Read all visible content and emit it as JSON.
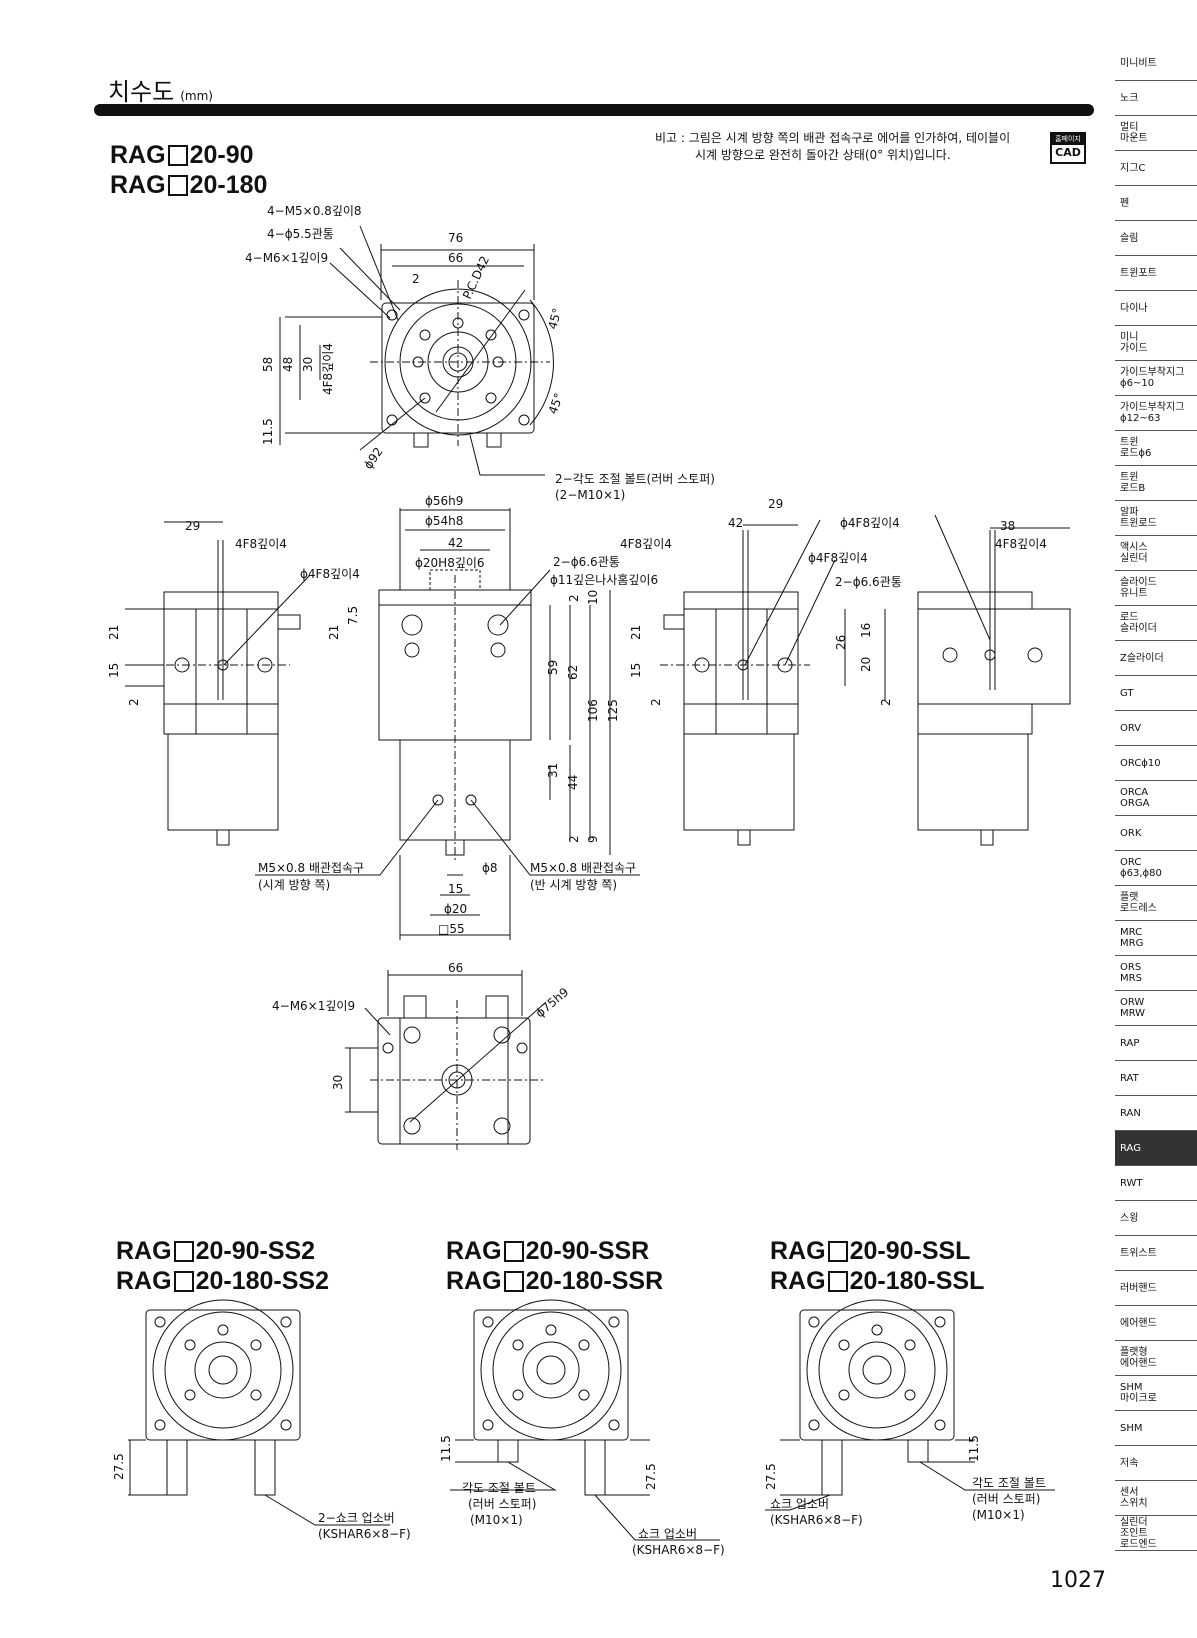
{
  "section": {
    "title": "치수도",
    "unit": "(mm)"
  },
  "main_model": {
    "line1_prefix": "RAG",
    "line1_suffix": "20-90",
    "line2_prefix": "RAG",
    "line2_suffix": "20-180"
  },
  "note": {
    "line1": "비고 : 그림은 시계 방향 쪽의 배관 접속구로 에어를 인가하여, 테이블이",
    "line2": "시계 방향으로 완전히 돌아간 상태(0° 위치)입니다."
  },
  "cad_badge": {
    "top": "홈페이지",
    "bottom": "CAD"
  },
  "labels": {
    "m5": "4−M5×0.8깊이8",
    "hole55": "4−ϕ5.5관통",
    "m6": "4−M6×1깊이9",
    "d76": "76",
    "d66": "66",
    "d2": "2",
    "pcd": "P.C.D42",
    "a45a": "45°",
    "a45b": "45°",
    "d58": "58",
    "d48": "48",
    "d30": "30",
    "pin4f8": "4F8깊이4",
    "d115": "11.5",
    "d92": "ϕ92",
    "bolt": "2−각도 조절 볼트(러버 스토퍼)",
    "bolt_sub": "(2−M10×1)",
    "d56": "ϕ56h9",
    "d54": "ϕ54h8",
    "d42": "42",
    "d20h8": "ϕ20H8깊이6",
    "hole66": "2−ϕ6.6관통",
    "cbore": "ϕ11깊은나사홈깊이6",
    "d29a": "29",
    "pinA": "4F8깊이4",
    "pinB": "ϕ4F8깊이4",
    "d21": "21",
    "d15": "15",
    "d2b": "2",
    "d75": "7.5",
    "d10": "10",
    "d2c": "2",
    "d59": "59",
    "d62": "62",
    "d106": "106",
    "d125": "125",
    "d31": "31",
    "d44": "44",
    "d2d": "2",
    "d9": "9",
    "port_cw": "M5×0.8 배관접속구",
    "port_cw_sub": "(시계 방향 쪽)",
    "port_ccw": "M5×0.8 배관접속구",
    "port_ccw_sub": "(반 시계 방향 쪽)",
    "d8": "ϕ8",
    "d15b": "15",
    "d20": "ϕ20",
    "d55": "□55",
    "d42b": "42",
    "d29b": "29",
    "pinC": "4F8깊이4",
    "pinD": "ϕ4F8깊이4",
    "hole66b": "2−ϕ6.6관통",
    "d21b": "21",
    "d15c": "15",
    "d2e": "2",
    "d26": "26",
    "pinE": "ϕ4F8깊이4",
    "d38": "38",
    "pinF": "4F8깊이4",
    "d16": "16",
    "d20b": "20",
    "d2f": "2",
    "m6b": "4−M6×1깊이9",
    "d66b": "66",
    "d75h9": "ϕ75h9",
    "d30b": "30"
  },
  "variants": [
    {
      "l1": "RAG",
      "s1": "20-90-SS2",
      "l2": "RAG",
      "s2": "20-180-SS2",
      "dim": "27.5",
      "callout": "2−쇼크 업소버",
      "callout_sub": "(KSHAR6×8−F)"
    },
    {
      "l1": "RAG",
      "s1": "20-90-SSR",
      "l2": "RAG",
      "s2": "20-180-SSR",
      "dim_a": "11.5",
      "dim_b": "27.5",
      "callout_a": "각도 조절 볼트",
      "callout_a2": "(러버 스토퍼)",
      "callout_a3": "(M10×1)",
      "callout_b": "쇼크 업소버",
      "callout_b2": "(KSHAR6×8−F)"
    },
    {
      "l1": "RAG",
      "s1": "20-90-SSL",
      "l2": "RAG",
      "s2": "20-180-SSL",
      "dim_a": "27.5",
      "dim_b": "11.5",
      "callout_a": "쇼크 업소버",
      "callout_a2": "(KSHAR6×8−F)",
      "callout_b": "각도 조절 볼트",
      "callout_b2": "(러버 스토퍼)",
      "callout_b3": "(M10×1)"
    }
  ],
  "sidebar": [
    "미니비트",
    "노크",
    "멀티\n마운트",
    "지그C",
    "펜",
    "슬림",
    "트윈포트",
    "다이나",
    "미니\n가이드",
    "가이드부착지그\nϕ6~10",
    "가이드부착지그\nϕ12~63",
    "트윈\n로드ϕ6",
    "트윈\n로드B",
    "알파\n트윈로드",
    "액시스\n실린더",
    "슬라이드\n유니트",
    "로드\n슬라이더",
    "Z슬라이더",
    "GT",
    "ORV",
    "ORCϕ10",
    "ORCA\nORGA",
    "ORK",
    "ORC\nϕ63,ϕ80",
    "플랫\n로드레스",
    "MRC\nMRG",
    "ORS\nMRS",
    "ORW\nMRW",
    "RAP",
    "RAT",
    "RAN",
    "RAG",
    "RWT",
    "스윙",
    "트위스트",
    "러버핸드",
    "에어핸드",
    "플랫형\n에어핸드",
    "SHM\n마이크로",
    "SHM",
    "저속",
    "센서\n스위치",
    "실린더\n조인트\n로드엔드"
  ],
  "sidebar_active": "RAG",
  "page_number": "1027"
}
